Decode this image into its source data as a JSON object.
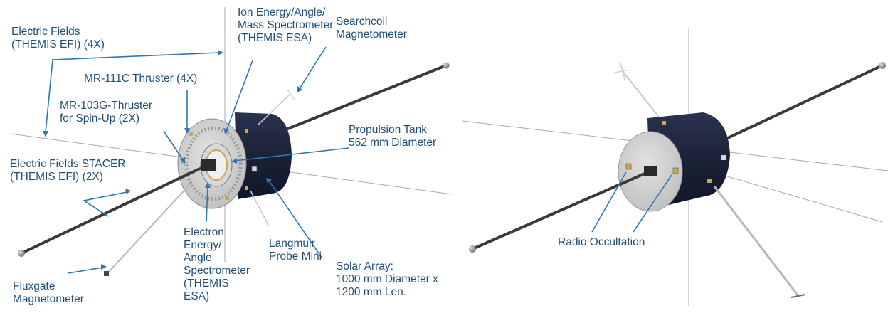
{
  "colors": {
    "label": "#1f4e79",
    "leader": "#2e75b6",
    "body": "#1b2236",
    "panel": "#c8c8c8",
    "boom": "#3a3a3a",
    "axis": "#9a9a9a"
  },
  "left_panel": {
    "labels": {
      "electric_fields_efi": "Electric Fields\n(THEMIS EFI) (4X)",
      "ion_esa": "Ion Energy/Angle/\nMass Spectrometer\n(THEMIS ESA)",
      "searchcoil": "Searchcoil\nMagnetometer",
      "mr111c": "MR-111C Thruster (4X)",
      "mr103g": "MR-103G-Thruster\nfor Spin-Up (2X)",
      "propulsion_tank": "Propulsion Tank\n562 mm Diameter",
      "efi_stacer": "Electric Fields STACER\n(THEMIS EFI) (2X)",
      "electron_esa": "Electron\nEnergy/\nAngle\nSpectrometer\n(THEMIS\nESA)",
      "langmuir": "Langmuir\nProbe Mini",
      "solar_array": "Solar Array:\n1000 mm Diameter x\n1200 mm Len.",
      "fluxgate": "Fluxgate\nMagnetometer"
    }
  },
  "right_panel": {
    "labels": {
      "radio_occultation": "Radio Occultation"
    }
  }
}
